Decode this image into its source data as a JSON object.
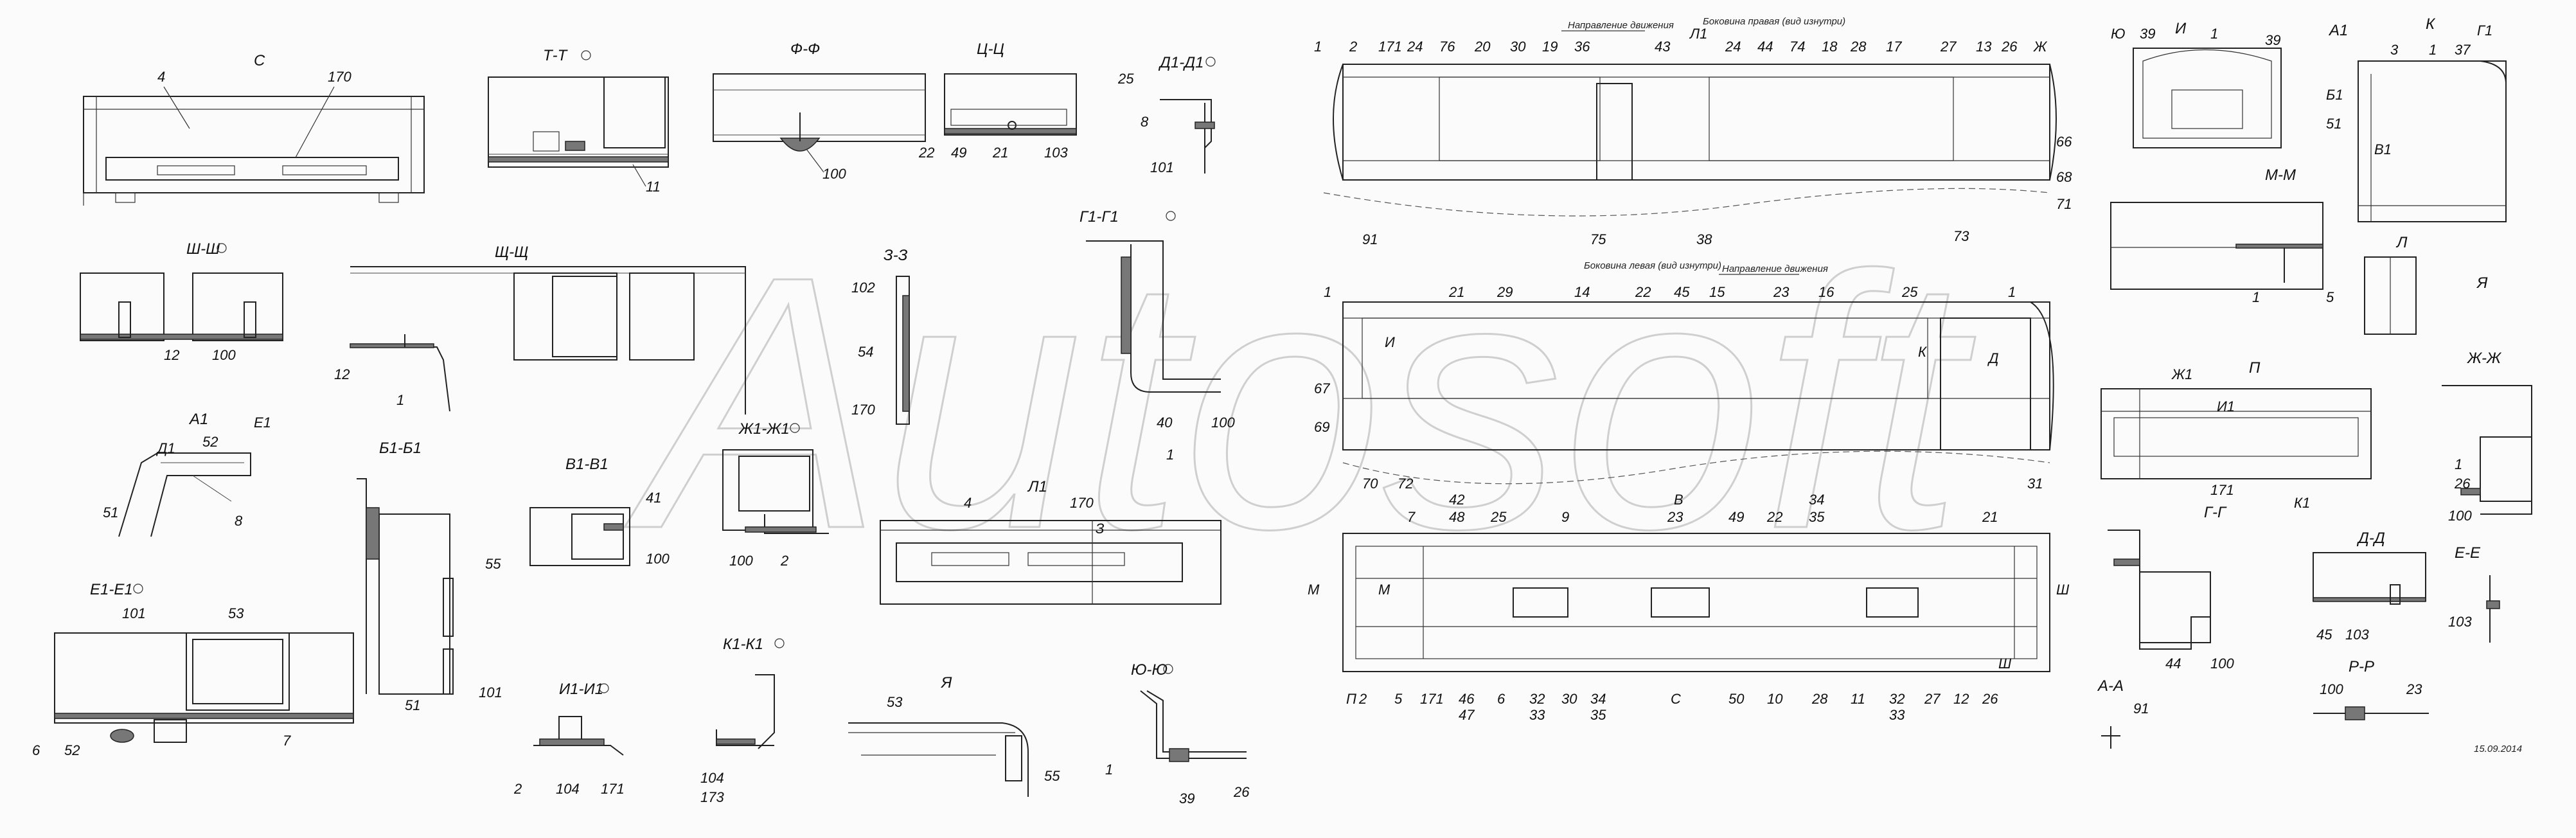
{
  "watermark": "Autosoft",
  "date": "15.09.2014",
  "headings": {
    "side_right": "Боковина правая (вид изнутри)",
    "side_left": "Боковина левая (вид изнутри)",
    "direction": "Направление движения"
  },
  "sections": {
    "C": "С",
    "T": "Т-Т",
    "F": "Ф-Ф",
    "Ts": "Ц-Ц",
    "D1": "Д1-Д1",
    "Sh": "Ш-Ш",
    "Shch": "Щ-Щ",
    "Z": "З-З",
    "G1": "Г1-Г1",
    "A1": "А1",
    "B1": "Б1-Б1",
    "V1": "В1-В1",
    "Zh1": "Ж1-Ж1",
    "E1": "Е1-Е1",
    "I1": "И1-И1",
    "K1": "К1-К1",
    "Ya": "Я",
    "L1": "Л1",
    "Yu": "Ю-Ю",
    "I": "И",
    "A1r": "А1",
    "K": "К",
    "M": "М-М",
    "L": "Л",
    "Yar": "Я",
    "P": "П",
    "ZhZh": "Ж-Ж",
    "GG": "Г-Г",
    "DD": "Д-Д",
    "EE": "Е-Е",
    "AA": "А-А",
    "RR": "Р-Р"
  },
  "labels": {
    "C_4": "4",
    "C_170": "170",
    "T_11": "11",
    "F_100": "100",
    "Ts_22": "22",
    "Ts_49": "49",
    "Ts_21": "21",
    "Ts_103": "103",
    "D1_25": "25",
    "D1_8": "8",
    "D1_101": "101",
    "Sh_12": "12",
    "Sh_100": "100",
    "Shch_12": "12",
    "Shch_1": "1",
    "Z_102": "102",
    "Z_54": "54",
    "Z_170": "170",
    "G1_40": "40",
    "G1_100": "100",
    "G1_1": "1",
    "A1_52": "52",
    "A1_51": "51",
    "A1_8": "8",
    "A1_E1": "Е1",
    "A1_D1": "Д1",
    "B1_55": "55",
    "B1_51": "51",
    "B1_101": "101",
    "V1_41": "41",
    "V1_100": "100",
    "Zh1_100": "100",
    "Zh1_2": "2",
    "L1_4": "4",
    "L1_170": "170",
    "L1_Z": "З",
    "E1_101": "101",
    "E1_53": "53",
    "E1_6": "6",
    "E1_52": "52",
    "E1_7": "7",
    "I1_2": "2",
    "I1_104": "104",
    "I1_171": "171",
    "K1_104": "104",
    "K1_173": "173",
    "Ya_53": "53",
    "Ya_55": "55",
    "Yu_1": "1",
    "Yu_39": "39",
    "Yu_26": "26",
    "top_row1": [
      "1",
      "2",
      "171",
      "24",
      "76",
      "20",
      "30",
      "19",
      "36",
      "43",
      "Л1",
      "24",
      "44",
      "74",
      "18",
      "28",
      "17",
      "27",
      "13",
      "26",
      "Ж"
    ],
    "top_right": [
      "66",
      "68",
      "71"
    ],
    "top_bottom": [
      "91",
      "75",
      "38",
      "73"
    ],
    "mid_row": [
      "1",
      "21",
      "29",
      "14",
      "22",
      "45",
      "15",
      "23",
      "16",
      "25",
      "1"
    ],
    "mid_side": [
      "И",
      "67",
      "69",
      "К",
      "Д",
      "31"
    ],
    "mid_bot": [
      "70",
      "72",
      "42",
      "48",
      "7",
      "25",
      "9",
      "В",
      "23",
      "49",
      "22",
      "34",
      "35",
      "21"
    ],
    "bot_row": [
      "П",
      "2",
      "5",
      "171",
      "46",
      "47",
      "6",
      "32",
      "33",
      "30",
      "34",
      "35",
      "С",
      "50",
      "10",
      "28",
      "11",
      "32",
      "33",
      "27",
      "12",
      "26"
    ],
    "bot_side": [
      "М",
      "М",
      "Ш",
      "Ш"
    ],
    "I_39a": "39",
    "I_1": "1",
    "I_39b": "39",
    "I_Yu": "Ю",
    "A1r_3": "3",
    "A1r_1": "1",
    "A1r_37": "37",
    "A1r_G1": "Г1",
    "A1r_B1": "Б1",
    "A1r_51": "51",
    "A1r_V1": "В1",
    "M_1": "1",
    "M_5": "5",
    "P_171": "171",
    "P_K1": "К1",
    "P_Zh1": "Ж1",
    "P_I1": "И1",
    "ZhZh_1": "1",
    "ZhZh_26": "26",
    "ZhZh_100": "100",
    "GG_44": "44",
    "GG_100": "100",
    "DD_45": "45",
    "DD_103": "103",
    "EE_103": "103",
    "AA_91": "91",
    "RR_100": "100",
    "RR_23": "23"
  }
}
